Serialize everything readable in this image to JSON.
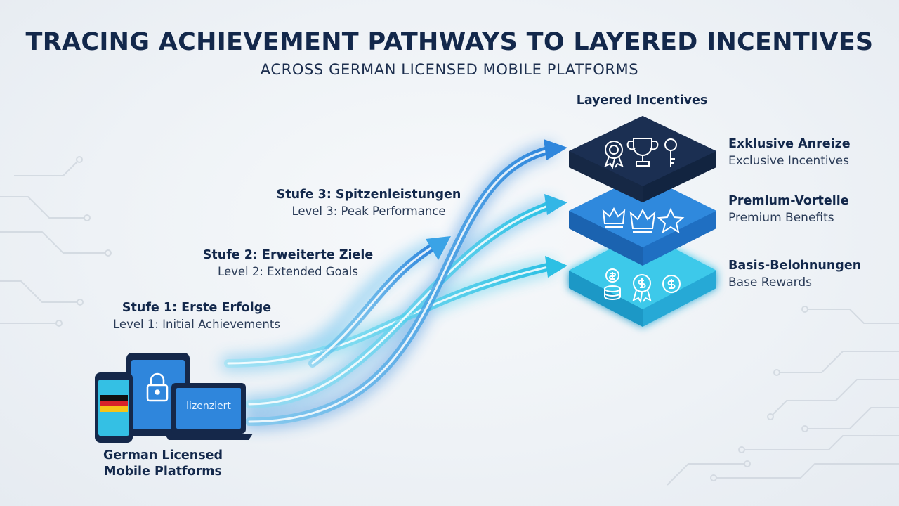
{
  "header": {
    "title": "TRACING ACHIEVEMENT PATHWAYS TO LAYERED INCENTIVES",
    "subtitle": "ACROSS GERMAN LICENSED MOBILE PLATFORMS"
  },
  "devices": {
    "caption_line1": "German Licensed",
    "caption_line2": "Mobile Platforms",
    "laptop_screen_text": "lizenziert",
    "icons": [
      "smartphone-icon",
      "tablet-icon",
      "laptop-icon",
      "german-flag-icon",
      "padlock-icon"
    ]
  },
  "levels": [
    {
      "de": "Stufe 1: Erste Erfolge",
      "en": "Level 1: Initial Achievements"
    },
    {
      "de": "Stufe 2: Erweiterte Ziele",
      "en": "Level 2: Extended Goals"
    },
    {
      "de": "Stufe 3: Spitzenleistungen",
      "en": "Level 3: Peak Performance"
    }
  ],
  "stack": {
    "heading": "Layered Incentives",
    "tiers": [
      {
        "de": "Exklusive Anreize",
        "en": "Exclusive Incentives",
        "color": "#1b2f52",
        "icons": [
          "award-ribbon-icon",
          "trophy-icon",
          "key-icon"
        ]
      },
      {
        "de": "Premium-Vorteile",
        "en": "Premium Benefits",
        "color": "#2f87dc",
        "icons": [
          "crown-icon",
          "crown-icon",
          "star-icon"
        ]
      },
      {
        "de": "Basis-Belohnungen",
        "en": "Base Rewards",
        "color": "#33c3e6",
        "icons": [
          "coin-stack-icon",
          "dollar-badge-icon",
          "dollar-badge-icon"
        ]
      }
    ]
  },
  "colors": {
    "navy": "#13284b",
    "blue": "#2f87dc",
    "cyan": "#33c3e6",
    "background": "#eef2f6"
  }
}
